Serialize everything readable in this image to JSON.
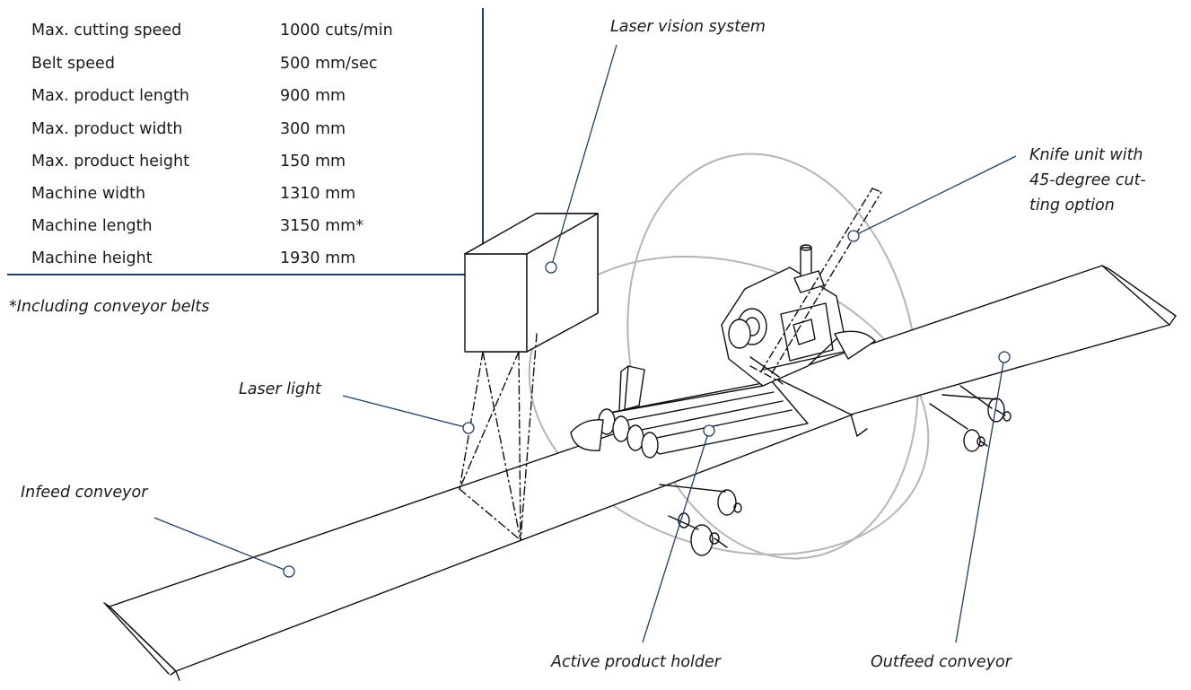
{
  "specs": [
    {
      "label": "Max. cutting speed",
      "value": "1000 cuts/min"
    },
    {
      "label": "Belt speed",
      "value": "500 mm/sec"
    },
    {
      "label": "Max. product length",
      "value": "900 mm"
    },
    {
      "label": "Max. product width",
      "value": "300 mm"
    },
    {
      "label": "Max. product height",
      "value": "150 mm"
    },
    {
      "label": "Machine width",
      "value": "1310 mm"
    },
    {
      "label": "Machine length",
      "value": "3150 mm*"
    },
    {
      "label": "Machine height",
      "value": "1930 mm"
    }
  ],
  "footnote": "*Including conveyor belts",
  "labels": {
    "laser_vision": "Laser vision system",
    "knife_line1": "Knife unit with",
    "knife_line2": "45-degree cut-",
    "knife_line3": "ting option",
    "laser_light": "Laser light",
    "infeed": "Infeed conveyor",
    "holder": "Active product holder",
    "outfeed": "Outfeed conveyor"
  },
  "colors": {
    "leader_line": "#1d3f66",
    "drawing": "#111111",
    "ellipse": "#b5b5b5"
  }
}
